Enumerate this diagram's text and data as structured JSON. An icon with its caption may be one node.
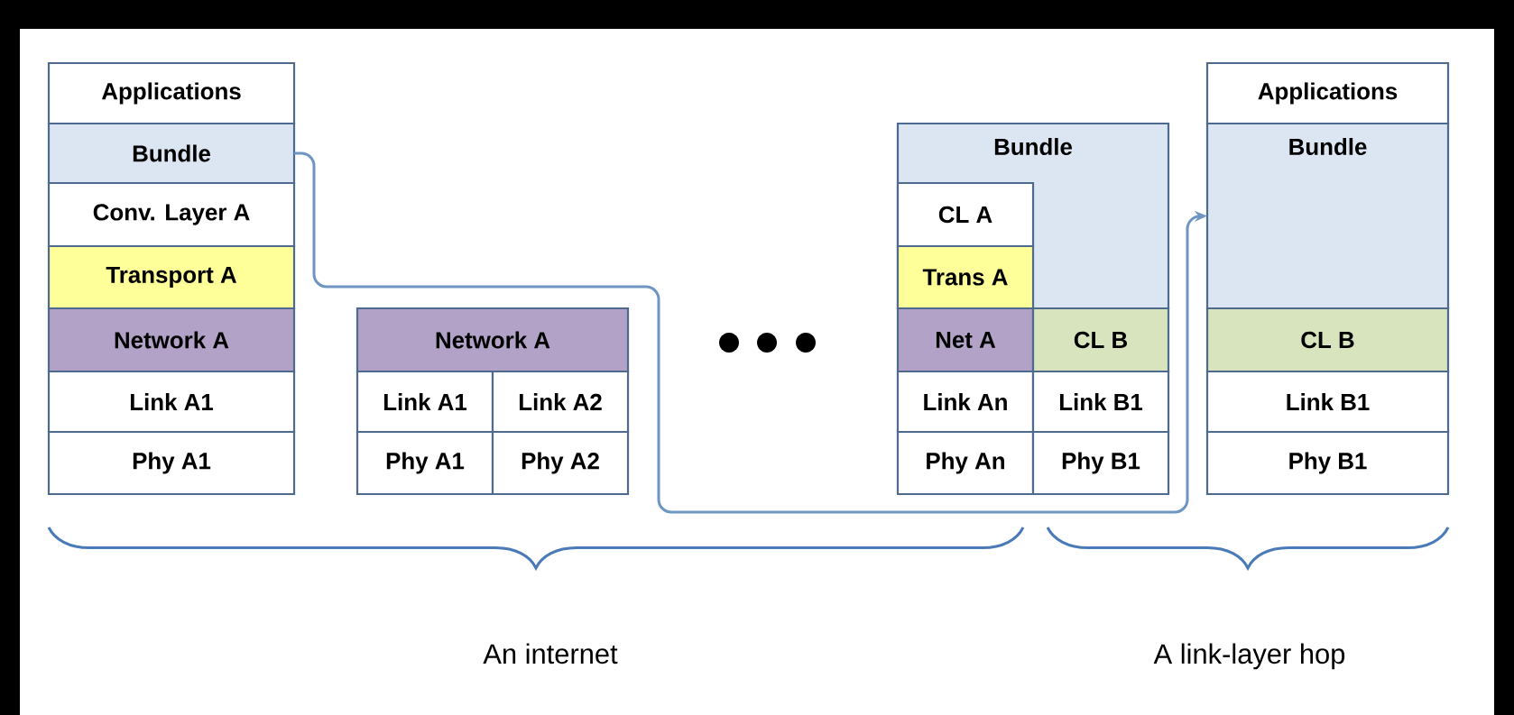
{
  "diagram": {
    "nodes": [
      {
        "text": [
          "Applications"
        ]
      },
      {
        "text": [
          "Bundle"
        ]
      },
      {
        "text": [
          "Conv. Layer A"
        ]
      },
      {
        "text": [
          "Transport A"
        ]
      },
      {
        "text": [
          "Network A"
        ]
      },
      {
        "text": [
          "Link A1"
        ]
      },
      {
        "text": [
          "Phy A1"
        ]
      },
      {
        "text": [
          "Network A"
        ]
      },
      {
        "text": [
          "Link A1"
        ]
      },
      {
        "text": [
          "Link A2"
        ]
      },
      {
        "text": [
          "Phy A1"
        ]
      },
      {
        "text": [
          "Phy A2"
        ]
      },
      {
        "text": [
          "Bundle"
        ]
      },
      {
        "text": [
          "CL A"
        ],
        "in": 12
      },
      {
        "text": [
          "Trans A"
        ],
        "in": 12
      },
      {
        "text": [
          "Net A"
        ]
      },
      {
        "text": [
          "CL B"
        ]
      },
      {
        "text": [
          "Link An"
        ]
      },
      {
        "text": [
          "Link B1"
        ]
      },
      {
        "text": [
          "Phy An"
        ]
      },
      {
        "text": [
          "Phy B1"
        ]
      },
      {
        "text": [
          "Applications"
        ]
      },
      {
        "text": [
          "Bundle"
        ]
      },
      {
        "text": [
          "CL B"
        ]
      },
      {
        "text": [
          "Link B1"
        ]
      },
      {
        "text": [
          "Phy B1"
        ]
      }
    ],
    "edges": [
      {
        "from": 1,
        "to": 22,
        "arrow": "to"
      }
    ],
    "labels": [
      "An internet",
      "A link-layer hop"
    ]
  }
}
